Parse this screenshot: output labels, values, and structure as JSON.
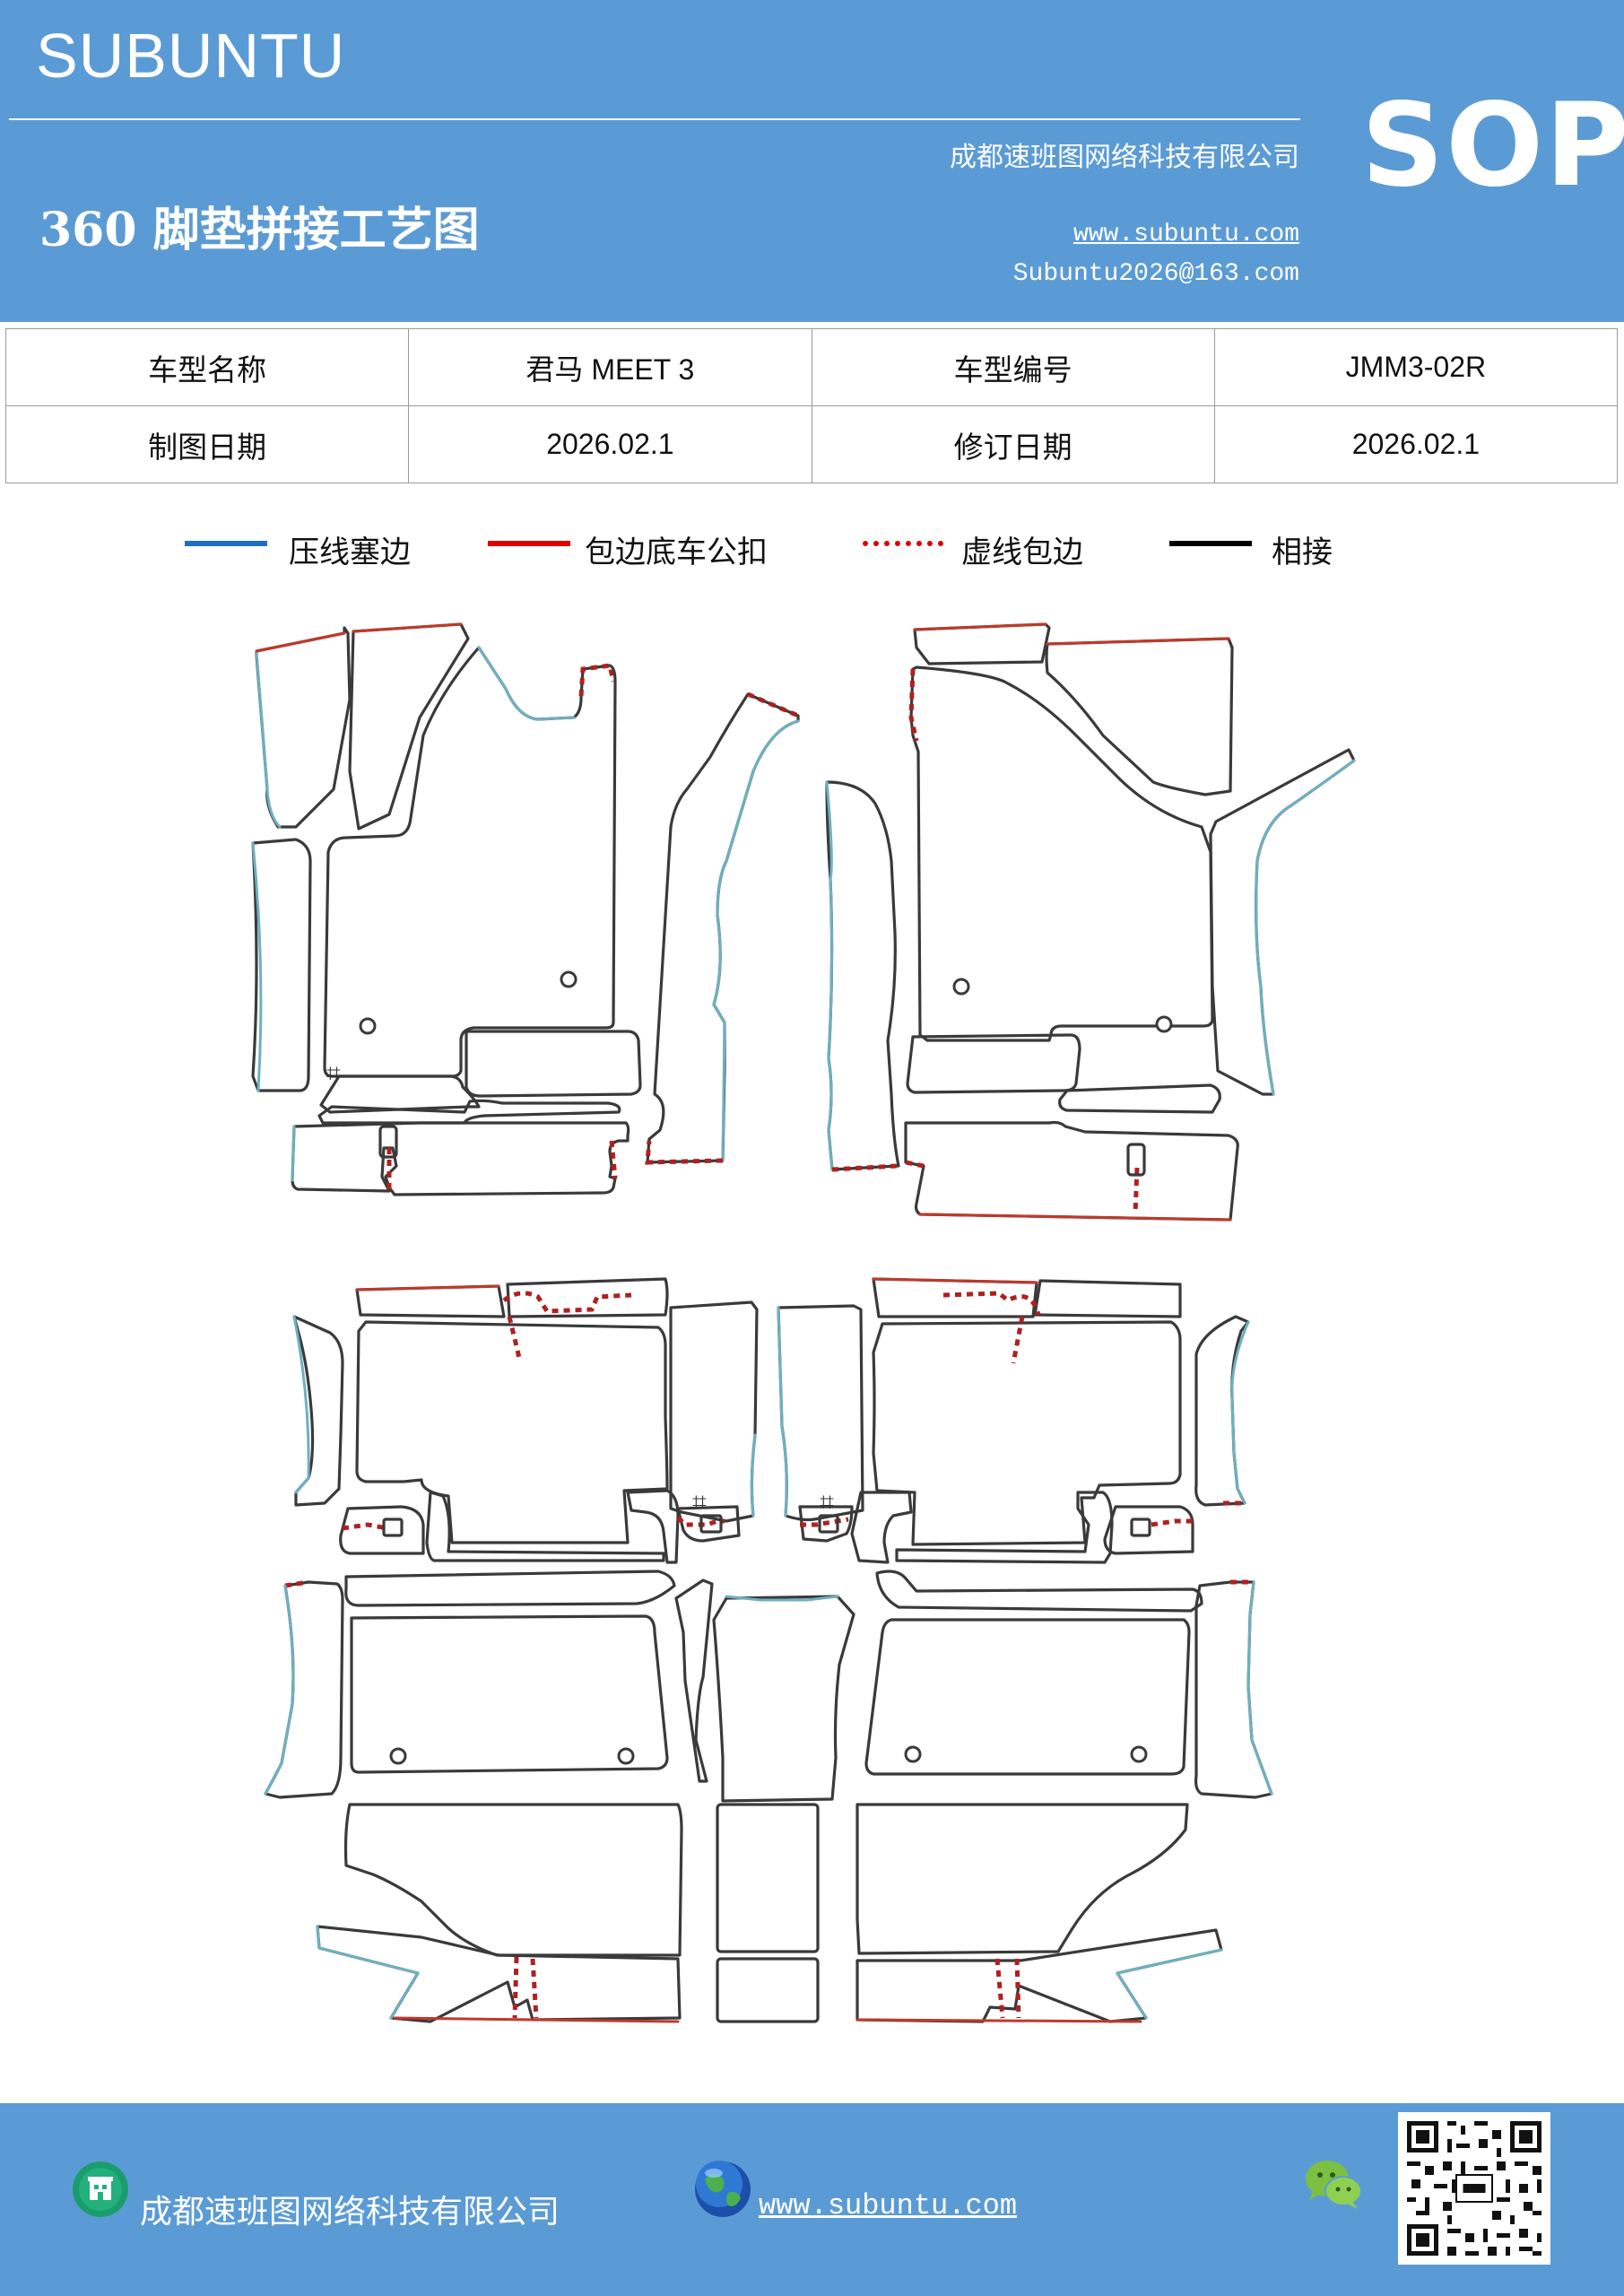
{
  "header": {
    "brand": "SUBUNTU",
    "company": "成都速班图网络科技有限公司",
    "title": "360 脚垫拼接工艺图",
    "website": "www.subuntu.com",
    "email": "Subuntu2026@163.com",
    "badge": "SOP"
  },
  "info_table": {
    "rows": [
      {
        "label1": "车型名称",
        "value1": "君马 MEET  3",
        "label2": "车型编号",
        "value2": "JMM3-02R"
      },
      {
        "label1": "制图日期",
        "value1": "2026.02.1",
        "label2": "修订日期",
        "value2": "2026.02.1"
      }
    ]
  },
  "legend": [
    {
      "label": "压线塞边",
      "style": "solid",
      "color": "#1f6fc0"
    },
    {
      "label": "包边底车公扣",
      "style": "solid",
      "color": "#e00000"
    },
    {
      "label": "虚线包边",
      "style": "dotted",
      "color": "#e00000"
    },
    {
      "label": "相接",
      "style": "solid",
      "color": "#000000"
    }
  ],
  "diagram": {
    "contour_colors": {
      "seam": "#3a3a3a",
      "press": "#6fb0c0",
      "bind": "#c0392b"
    }
  },
  "footer": {
    "company": "成都速班图网络科技有限公司",
    "website": "www.subuntu.com",
    "icons": [
      "building-icon",
      "globe-icon",
      "wechat-icon",
      "qr-code"
    ]
  }
}
